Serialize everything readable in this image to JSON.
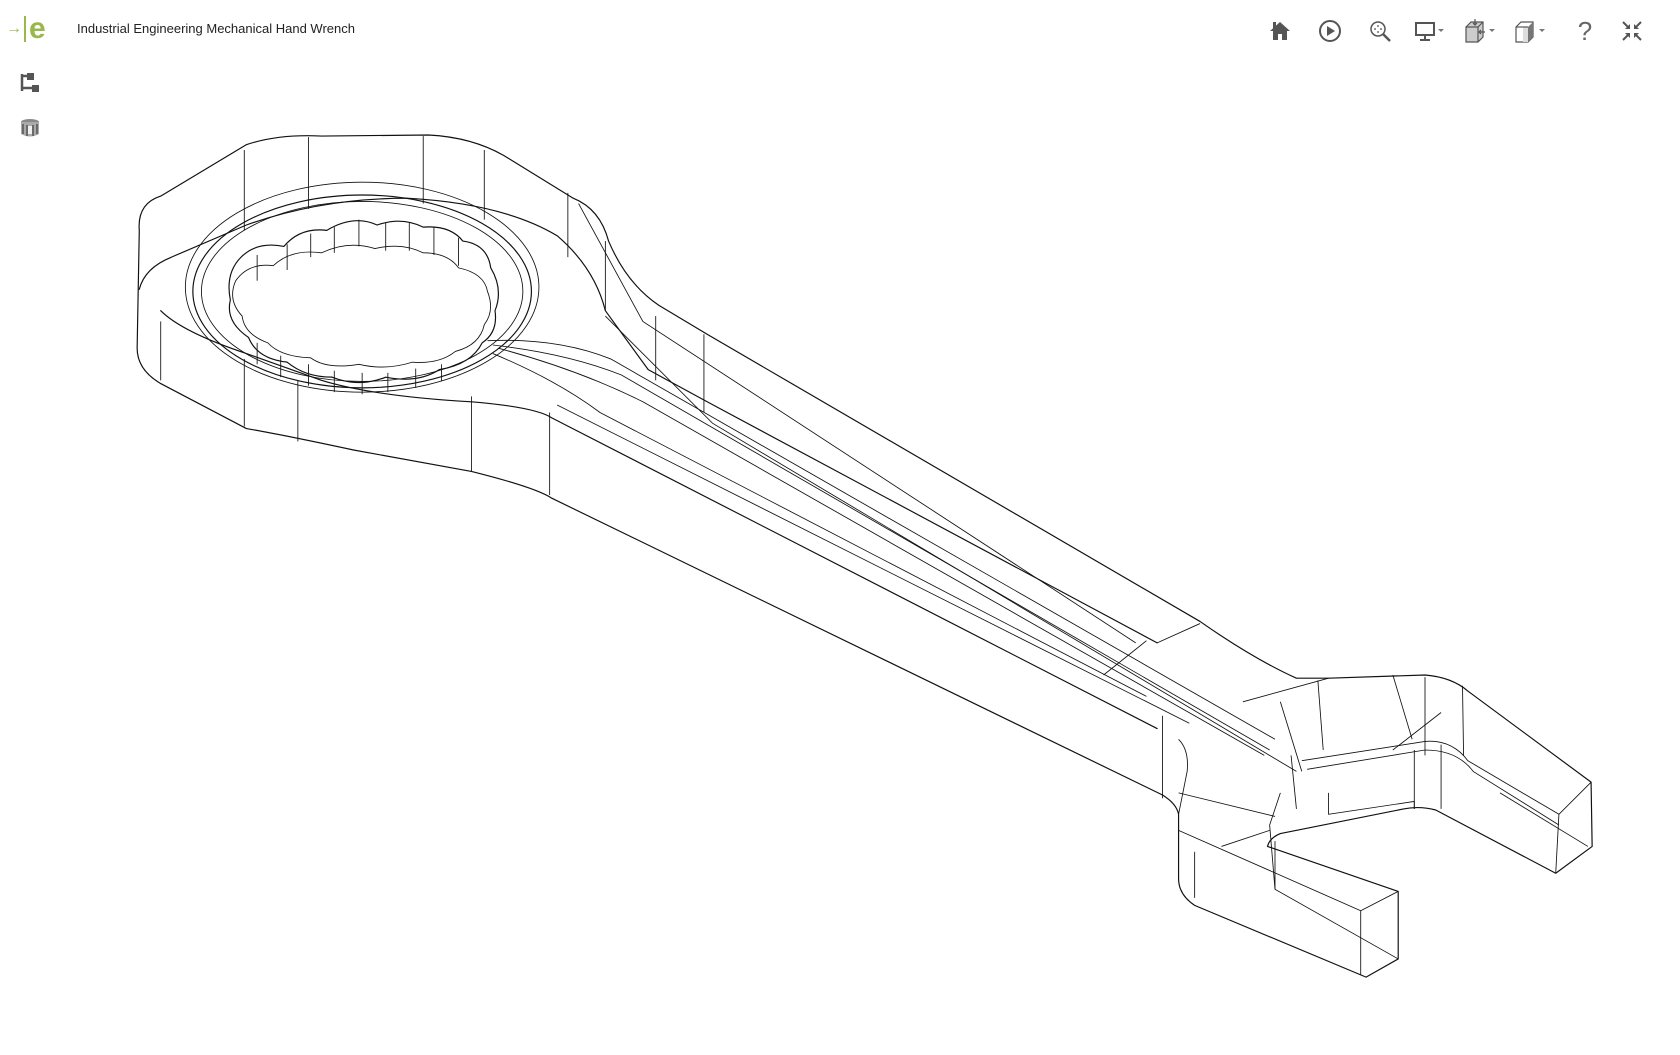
{
  "app": {
    "logo_arrow": "→",
    "logo_letter": "e",
    "title": "Industrial Engineering Mechanical Hand Wrench",
    "accent_color": "#9ab84a"
  },
  "toolbar": [
    {
      "id": "home",
      "icon": "home-icon",
      "tooltip": "Home"
    },
    {
      "id": "play",
      "icon": "play-icon",
      "tooltip": "Play"
    },
    {
      "id": "zoom",
      "icon": "zoom-fit-icon",
      "tooltip": "Zoom"
    },
    {
      "id": "display",
      "icon": "monitor-icon",
      "tooltip": "Display",
      "dropdown": true
    },
    {
      "id": "section",
      "icon": "section-cube-icon",
      "tooltip": "Section",
      "dropdown": true
    },
    {
      "id": "view",
      "icon": "view-cube-icon",
      "tooltip": "View",
      "dropdown": true
    },
    {
      "id": "help",
      "icon": "help-icon",
      "label": "?"
    },
    {
      "id": "fullscreen",
      "icon": "collapse-icon",
      "tooltip": "Exit full screen"
    }
  ],
  "sidebar": [
    {
      "id": "tree",
      "icon": "model-tree-icon"
    },
    {
      "id": "parts",
      "icon": "parts-icon"
    }
  ],
  "viewport": {
    "model": "Mechanical hand wrench",
    "render_mode": "wireframe"
  }
}
